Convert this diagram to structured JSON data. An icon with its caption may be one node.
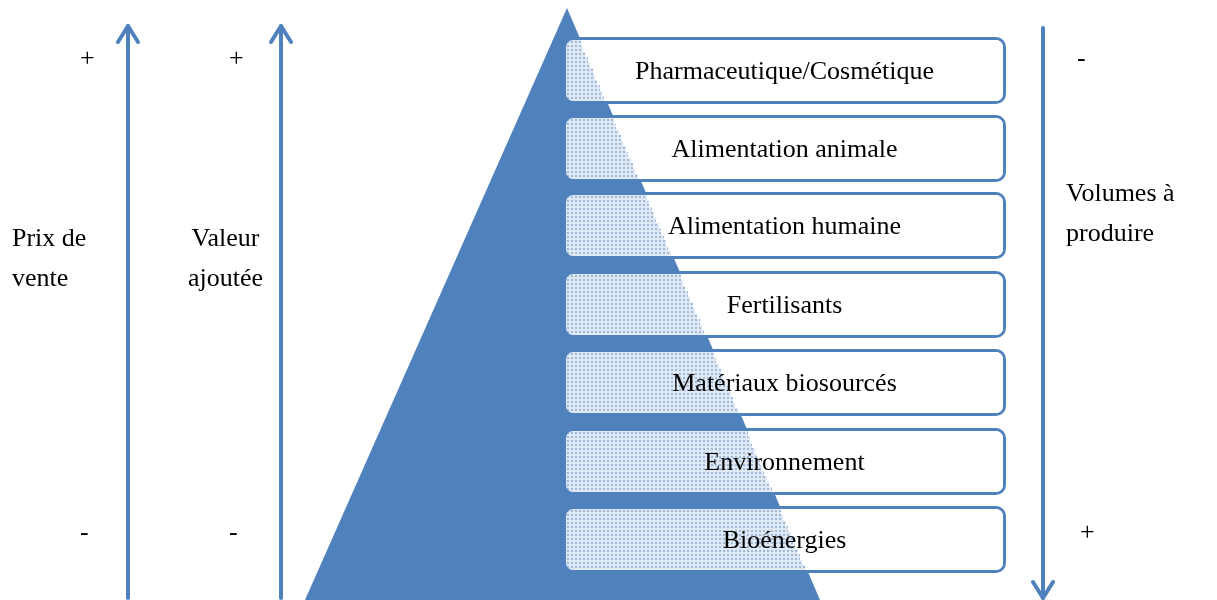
{
  "diagram": {
    "nodes": [
      {
        "text": [
          "Pharmaceutique/Cosmétique"
        ]
      },
      {
        "text": [
          "Alimentation animale"
        ]
      },
      {
        "text": [
          "Alimentation humaine"
        ]
      },
      {
        "text": [
          "Fertilisants"
        ]
      },
      {
        "text": [
          "Matériaux biosourcés"
        ]
      },
      {
        "text": [
          "Environnement"
        ]
      },
      {
        "text": [
          "Bioénergies"
        ]
      }
    ],
    "labels": [
      "+",
      "+",
      "-",
      "Volumes à produire",
      "Prix de vente",
      "Valeur ajoutée",
      "-",
      "-",
      "+"
    ]
  }
}
